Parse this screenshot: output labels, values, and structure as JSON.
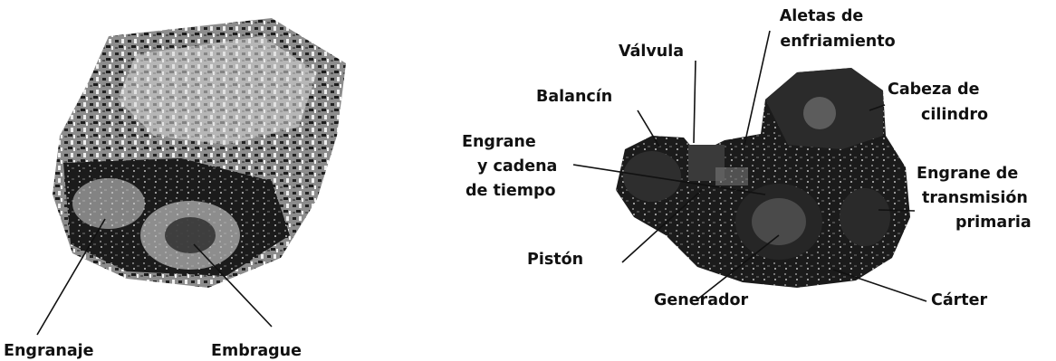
{
  "labels": {
    "engranaje": "Engranaje",
    "embrague": "Embrague",
    "aletas_1": "Aletas de",
    "aletas_2": "enfriamiento",
    "valvula": "Válvula",
    "cabeza_1": "Cabeza de",
    "cabeza_2": "cilindro",
    "balancin": "Balancín",
    "engrane_tiempo_1": "Engrane",
    "engrane_tiempo_2": "y cadena",
    "engrane_tiempo_3": "de tiempo",
    "engrane_trans_1": "Engrane de",
    "engrane_trans_2": "transmisión",
    "engrane_trans_3": "primaria",
    "piston": "Pistón",
    "generador": "Generador",
    "carter": "Cárter"
  },
  "colors": {
    "ink": "#111111",
    "engine_dark": "#1a1a1a",
    "engine_mid": "#5a5a5a",
    "engine_light": "#d8d8d8"
  }
}
